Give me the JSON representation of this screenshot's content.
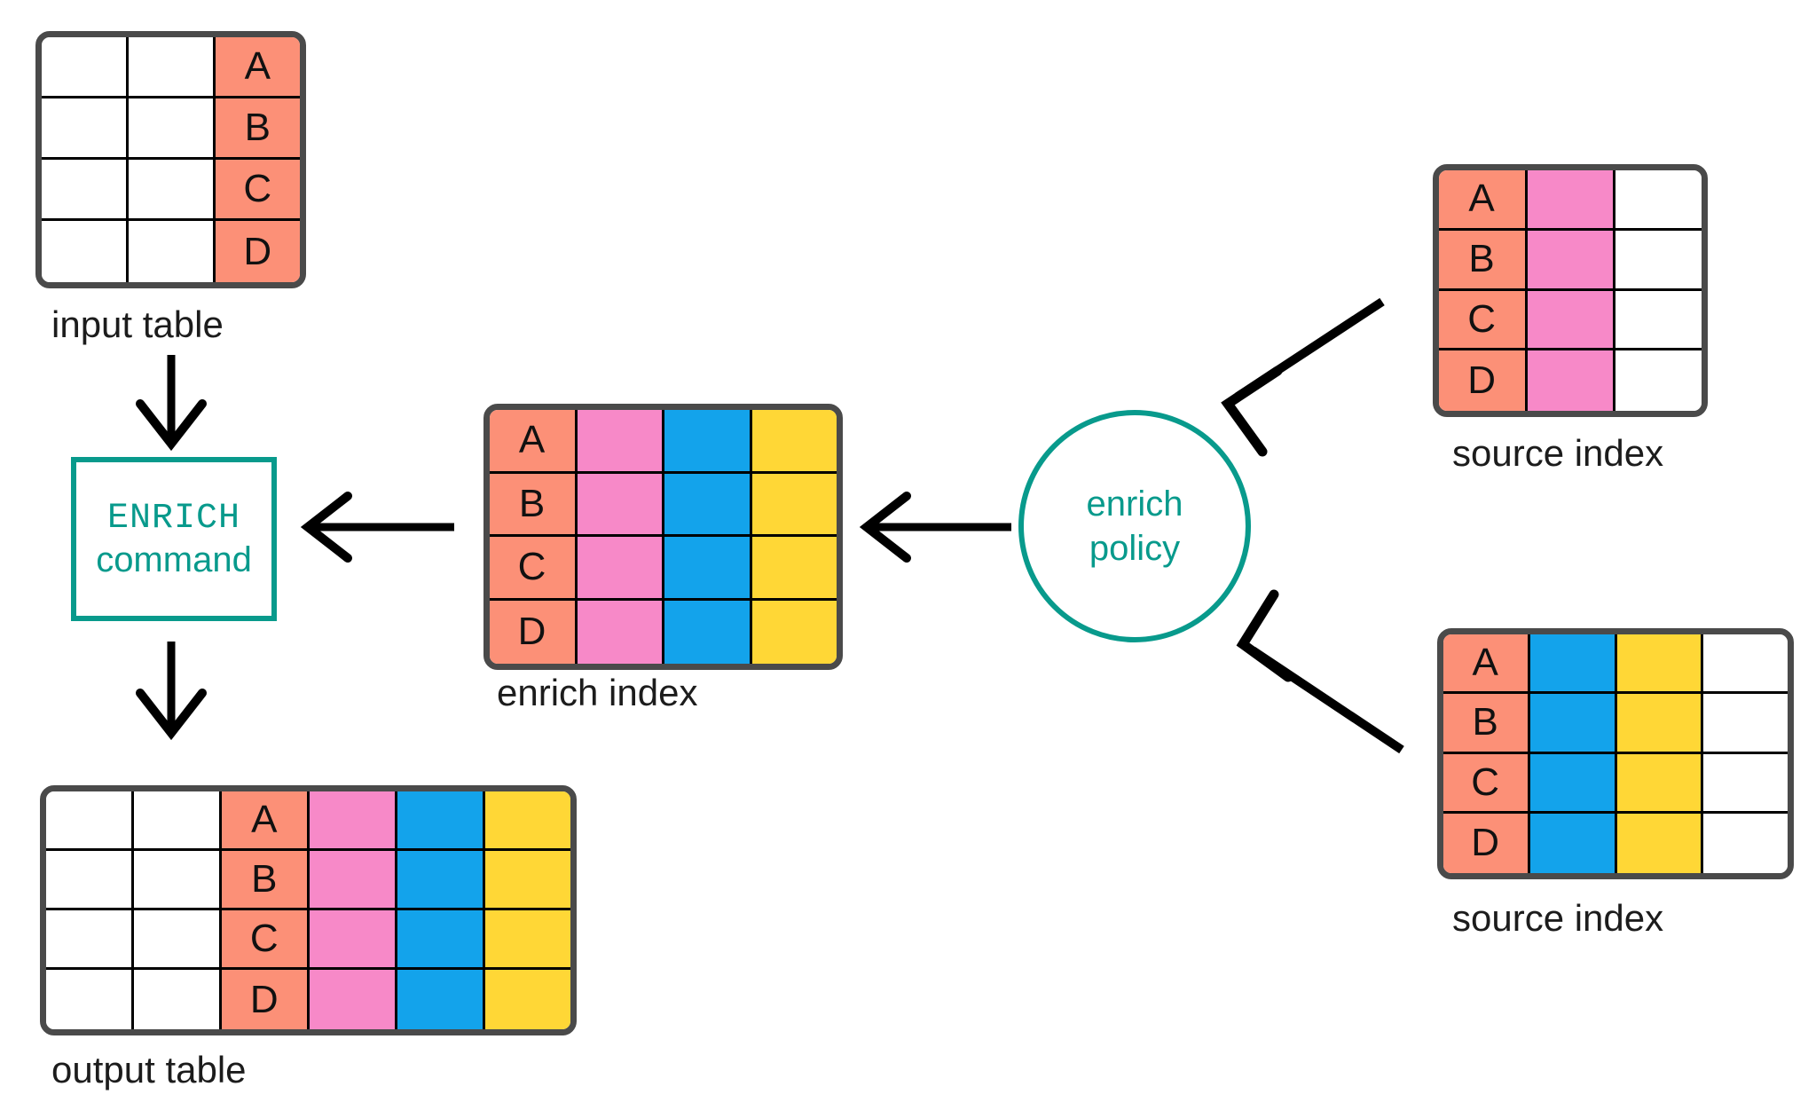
{
  "diagram": {
    "title": "ENRICH command data flow",
    "colors": {
      "salmon": "#fc9077",
      "pink": "#f789c8",
      "blue": "#13a3eb",
      "yellow": "#ffd736",
      "white": "#ffffff",
      "teal": "#089a8c",
      "table_border": "#4a4a4a",
      "grid_line": "#000000",
      "arrow": "#000000"
    }
  },
  "input_table": {
    "caption": "input table",
    "columns": [
      "white",
      "white",
      "salmon"
    ],
    "rows": [
      [
        "",
        "",
        "A"
      ],
      [
        "",
        "",
        "B"
      ],
      [
        "",
        "",
        "C"
      ],
      [
        "",
        "",
        "D"
      ]
    ]
  },
  "enrich_command": {
    "line1": "ENRICH",
    "line2": "command"
  },
  "output_table": {
    "caption": "output table",
    "columns": [
      "white",
      "white",
      "salmon",
      "pink",
      "blue",
      "yellow"
    ],
    "rows": [
      [
        "",
        "",
        "A",
        "",
        "",
        ""
      ],
      [
        "",
        "",
        "B",
        "",
        "",
        ""
      ],
      [
        "",
        "",
        "C",
        "",
        "",
        ""
      ],
      [
        "",
        "",
        "D",
        "",
        "",
        ""
      ]
    ]
  },
  "enrich_index": {
    "caption": "enrich index",
    "columns": [
      "salmon",
      "pink",
      "blue",
      "yellow"
    ],
    "rows": [
      [
        "A",
        "",
        "",
        ""
      ],
      [
        "B",
        "",
        "",
        ""
      ],
      [
        "C",
        "",
        "",
        ""
      ],
      [
        "D",
        "",
        "",
        ""
      ]
    ]
  },
  "enrich_policy": {
    "line1": "enrich",
    "line2": "policy"
  },
  "source_index_top": {
    "caption": "source index",
    "columns": [
      "salmon",
      "pink",
      "white"
    ],
    "rows": [
      [
        "A",
        "",
        ""
      ],
      [
        "B",
        "",
        ""
      ],
      [
        "C",
        "",
        ""
      ],
      [
        "D",
        "",
        ""
      ]
    ]
  },
  "source_index_bottom": {
    "caption": "source index",
    "columns": [
      "salmon",
      "blue",
      "yellow",
      "white"
    ],
    "rows": [
      [
        "A",
        "",
        "",
        ""
      ],
      [
        "B",
        "",
        "",
        ""
      ],
      [
        "C",
        "",
        "",
        ""
      ],
      [
        "D",
        "",
        "",
        ""
      ]
    ]
  },
  "arrows": [
    {
      "name": "input-to-command",
      "direction": "down"
    },
    {
      "name": "command-to-output",
      "direction": "down"
    },
    {
      "name": "enrich-index-to-command",
      "direction": "left"
    },
    {
      "name": "policy-to-enrich-index",
      "direction": "left"
    },
    {
      "name": "source-index-top-to-policy",
      "direction": "down-left"
    },
    {
      "name": "source-index-bottom-to-policy",
      "direction": "up-left"
    }
  ]
}
